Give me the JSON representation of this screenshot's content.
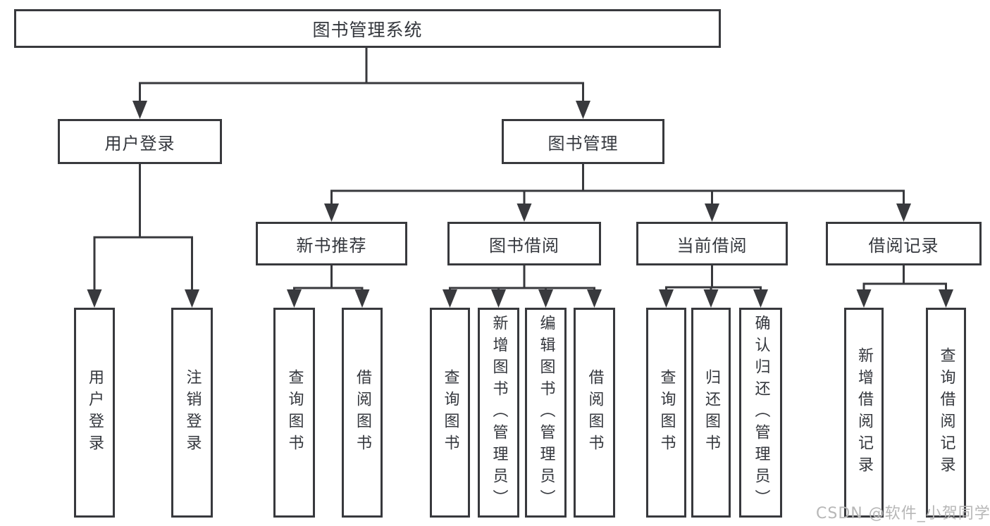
{
  "diagram": {
    "root": "图书管理系统",
    "level2": [
      "用户登录",
      "图书管理"
    ],
    "level3": [
      "新书推荐",
      "图书借阅",
      "当前借阅",
      "借阅记录"
    ],
    "leaves": {
      "user_login": [
        "用户登录",
        "注销登录"
      ],
      "new_book_recommend": [
        "查询图书",
        "借阅图书"
      ],
      "book_borrow": [
        "查询图书",
        "新增图书（管理员）",
        "编辑图书（管理员）",
        "借阅图书"
      ],
      "current_borrow": [
        "查询图书",
        "归还图书",
        "确认归还（管理员）"
      ],
      "borrow_records": [
        "新增借阅记录",
        "查询借阅记录"
      ]
    }
  },
  "watermark": {
    "text": "CSDN @软件_小贺同学"
  },
  "colors": {
    "line": "#38393d",
    "box_border": "#38393d",
    "text": "#34373d",
    "watermark": "#b7b7b7",
    "background": "#ffffff"
  }
}
